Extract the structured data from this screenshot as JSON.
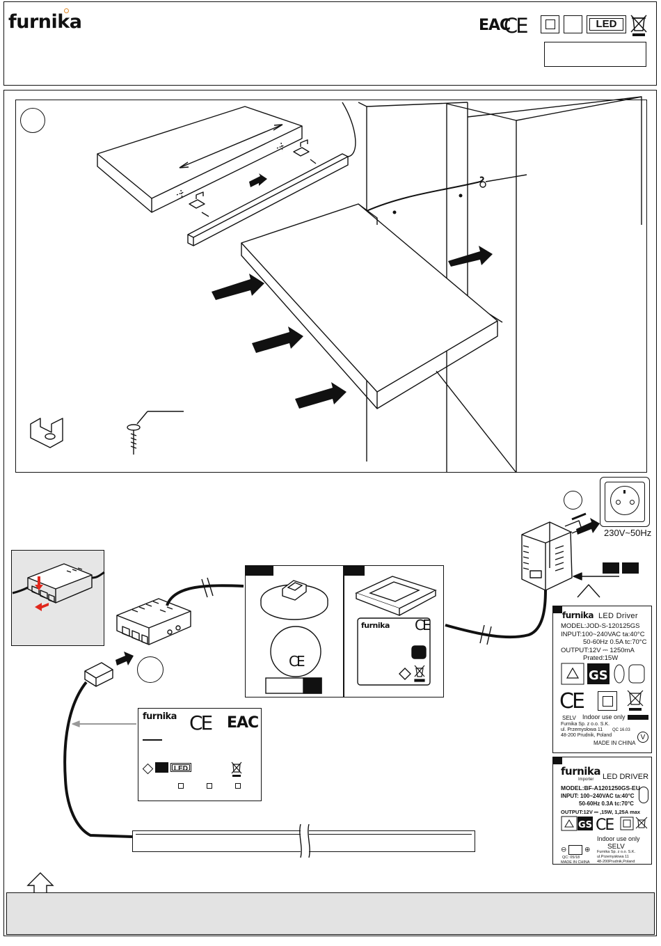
{
  "header": {
    "brand": "furnika",
    "marks": {
      "eac": "EAC",
      "ce": "CE",
      "led": "LED"
    }
  },
  "section2": {
    "voltage": "230V~50Hz"
  },
  "switch_panel": {
    "label_brand": "furnika",
    "ce": "CE"
  },
  "product_label": {
    "brand": "furnika",
    "ce": "CE",
    "eac": "EAC",
    "led": "LED"
  },
  "driver_label_1": {
    "brand": "furnika",
    "title": "LED Driver",
    "model": "MODEL:JOD-S-120125GS",
    "input": "INPUT:100~240VAC  ta:40°C",
    "input2": "50-60Hz  0.5A  tc:70°C",
    "output": "OUTPUT:12V ⎓ 1250mA",
    "prated": "Prated:15W",
    "selv": "SELV",
    "indoor": "Indoor use only",
    "address1": "Furnika Sp. z o.o. S.K.",
    "address2": "ul. Przemysłowa 11",
    "address3": "48-200 Prudnik, Poland",
    "qc": "QC 16.03",
    "made": "MADE IN CHINA"
  },
  "driver_label_2": {
    "brand": "furnika",
    "importer": "Importer",
    "title": "LED DRIVER",
    "model": "MODEL:BF-A1201250GS-EU",
    "input": "INPUT: 100~240VAC  ta:40°C",
    "input2": "50-60Hz 0.3A tc:70°C",
    "output": "OUTPUT:12V ⎓ ,15W, 1,25A max",
    "indoor": "Indoor use only",
    "selv": "SELV",
    "qc": "QC: 05/18",
    "made": "MADE IN CHINA",
    "address1": "Furnika Sp. z o.o. S.K.",
    "address2": "ul.Przemysłowa 11",
    "address3": "48-200Prudnik,Poland"
  },
  "colors": {
    "line": "#111111",
    "gray_panel": "#e6e6e6",
    "footer": "#e3e3e3",
    "white": "#ffffff"
  }
}
